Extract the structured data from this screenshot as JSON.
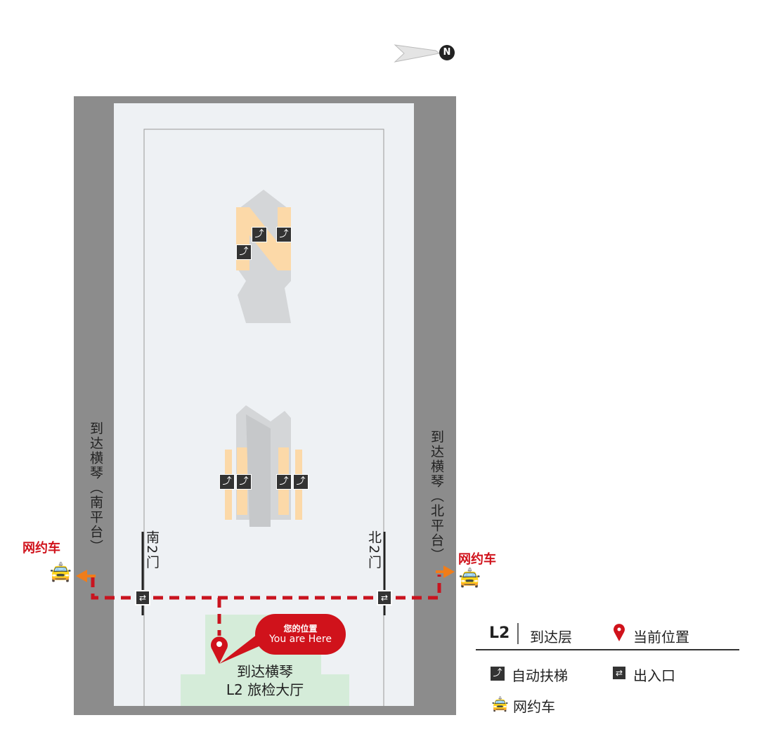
{
  "compass": {
    "label": "N"
  },
  "gates": {
    "south": "南2门",
    "north": "北2门"
  },
  "platforms": {
    "south": "到达横琴（南平台）",
    "north": "到达横琴（北平台）"
  },
  "ride_hailing": {
    "left": "网约车",
    "right": "网约车"
  },
  "you_are_here": {
    "cn": "您的位置",
    "en": "You are Here"
  },
  "hall": {
    "line1": "到达横琴",
    "line2": "L2 旅检大厅"
  },
  "legend": {
    "floor": "L2",
    "floor_name": "到达层",
    "current_location": "当前位置",
    "escalator": "自动扶梯",
    "entrance": "出入口",
    "ride_hailing": "网约车"
  },
  "colors": {
    "route": "#d0121b",
    "arrow": "#f07d1a",
    "hall": "#d5ecd9",
    "wall": "#8c8c8c",
    "floor": "#eef1f4"
  }
}
